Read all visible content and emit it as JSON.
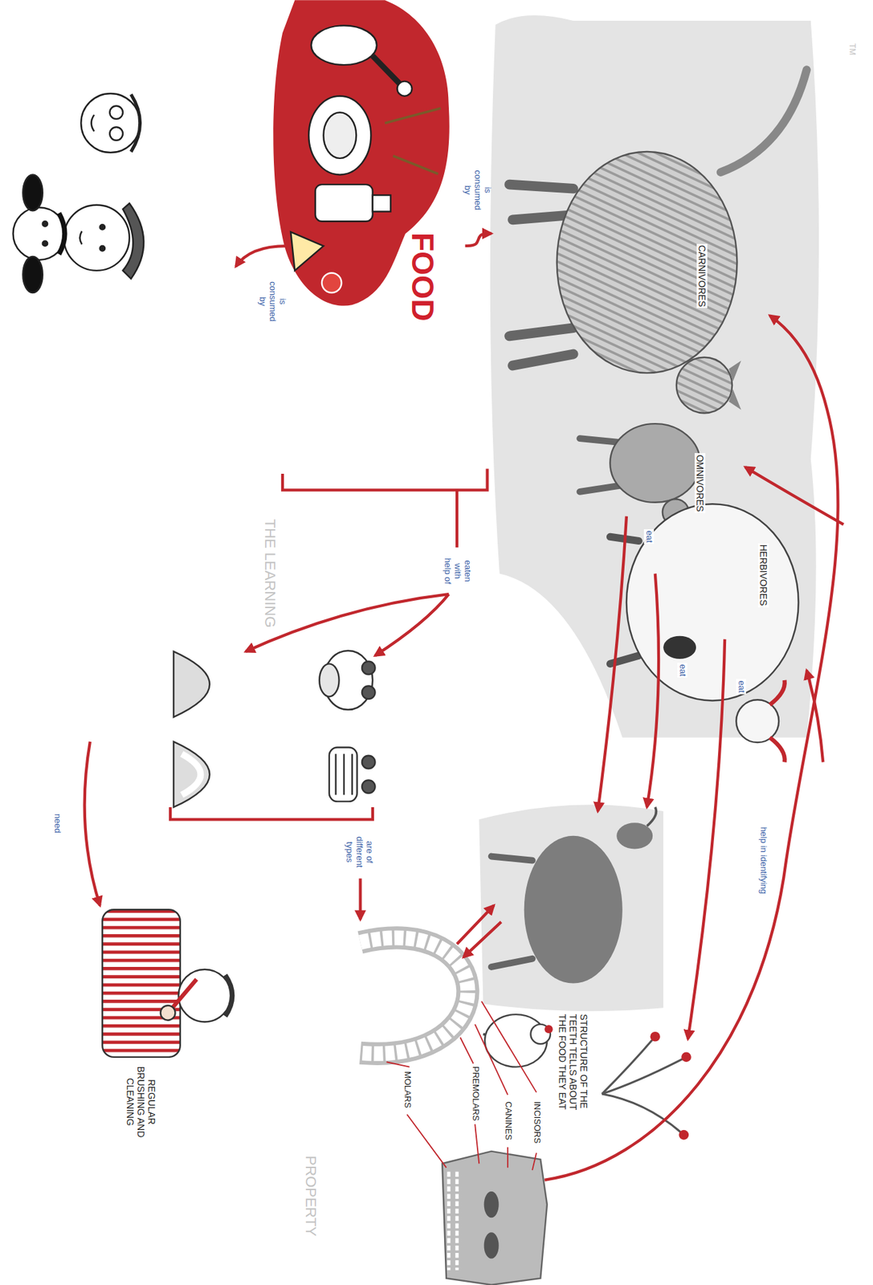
{
  "diagram": {
    "nodes": [
      {
        "text": [
          "FOOD"
        ]
      },
      {
        "text": [
          "CARNIVORES"
        ]
      },
      {
        "text": [
          "OMNIVORES"
        ]
      },
      {
        "text": [
          "HERBIVORES"
        ]
      },
      {
        "text": [
          "STRUCTURE OF THE TEETH TELLS ABOUT THE FOOD THEY EAT"
        ]
      },
      {
        "text": [
          "INCISORS"
        ]
      },
      {
        "text": [
          "CANINES"
        ]
      },
      {
        "text": [
          "PREMOLARS"
        ]
      },
      {
        "text": [
          "MOLARS"
        ]
      },
      {
        "text": [
          "REGULAR BRUSHING AND CLEANING"
        ]
      }
    ],
    "edges": [
      {
        "from": 0,
        "to": 1,
        "label": "is consumed by",
        "arrow": "to"
      }
    ],
    "labels": [
      "is consumed by",
      "eat",
      "eat",
      "eat",
      "help in identifying",
      "eaten with help of",
      "are of different types",
      "need",
      "TM",
      "THE LEARNING",
      "PROPERTY"
    ]
  }
}
